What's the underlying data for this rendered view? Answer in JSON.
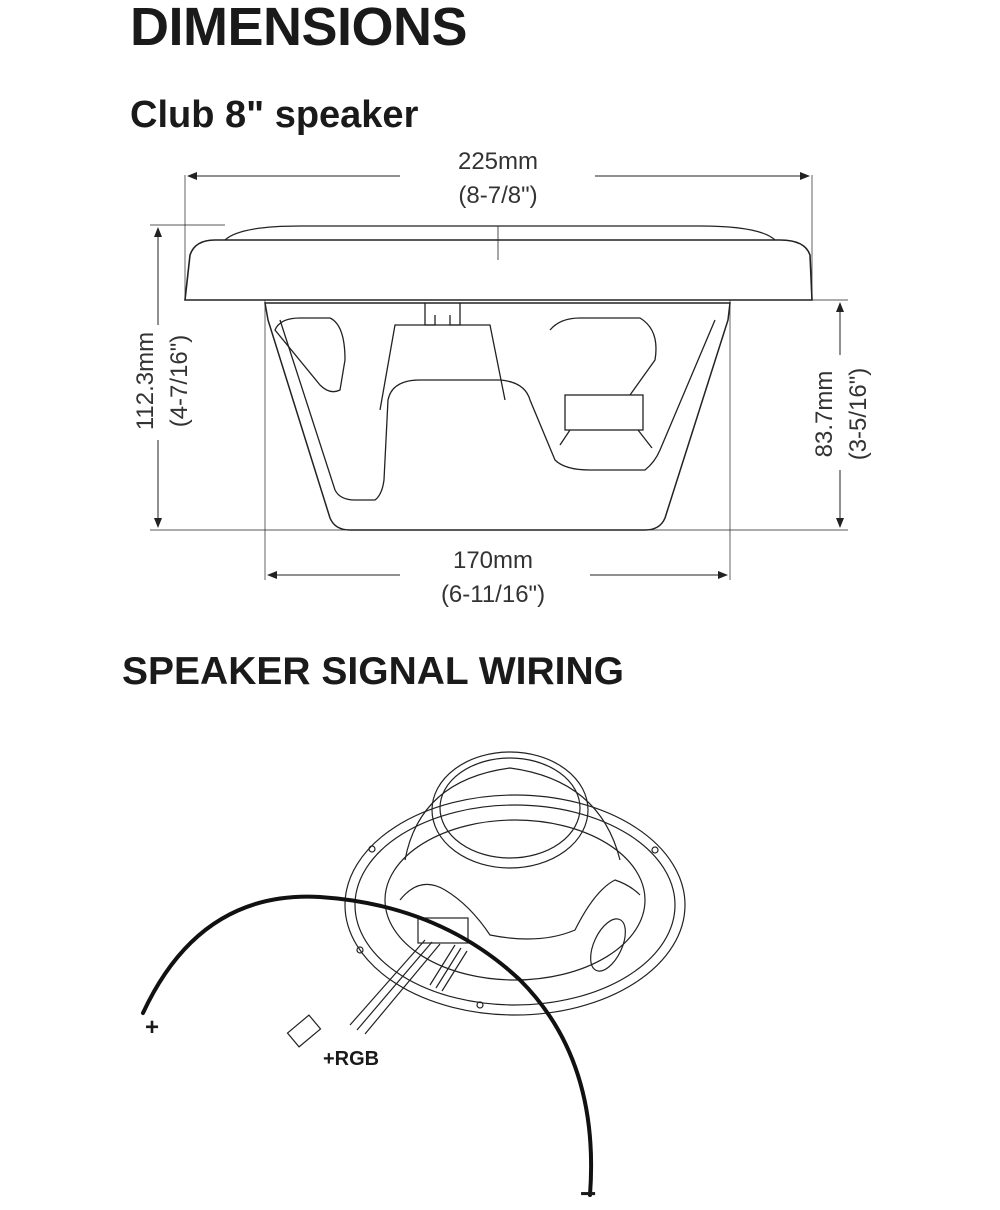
{
  "title": "DIMENSIONS",
  "subtitle": "Club 8\" speaker",
  "dimensions": {
    "width_top": {
      "mm": "225mm",
      "inch": "(8-7/8\")"
    },
    "height_total": {
      "mm": "112.3mm",
      "inch": "(4-7/16\")"
    },
    "mount_depth": {
      "mm": "83.7mm",
      "inch": "(3-5/16\")"
    },
    "width_bottom": {
      "mm": "170mm",
      "inch": "(6-11/16\")"
    }
  },
  "wiring": {
    "title": "SPEAKER SIGNAL WIRING",
    "plus_label": "+",
    "minus_label": "−",
    "rgb_label": "+RGB"
  }
}
